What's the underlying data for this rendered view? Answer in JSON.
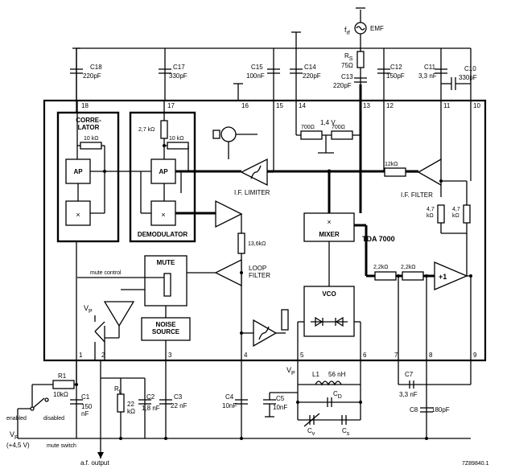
{
  "chip": {
    "name": "TDA 7000"
  },
  "rf_source": {
    "label": "f",
    "sub": "rf",
    "emf": "EMF"
  },
  "pins": {
    "top": [
      "18",
      "17",
      "16",
      "15",
      "14",
      "13",
      "12",
      "11",
      "10"
    ],
    "bottom": [
      "1",
      "2",
      "3",
      "4",
      "5",
      "6",
      "7",
      "8",
      "9"
    ]
  },
  "top_caps": [
    {
      "name": "C18",
      "value": "220pF"
    },
    {
      "name": "C17",
      "value": "330pF"
    },
    {
      "name": "C15",
      "value": "100nF"
    },
    {
      "name": "C14",
      "value": "220pF"
    },
    {
      "name": "C13",
      "value": "220pF"
    },
    {
      "name": "C12",
      "value": "150pF"
    },
    {
      "name": "C11",
      "value": "3,3 nF"
    },
    {
      "name": "C10",
      "value": "330pF"
    }
  ],
  "rs": {
    "name": "R",
    "sub": "S",
    "value": "75Ω"
  },
  "blocks": {
    "correlator": "CORRE-\nLATOR",
    "ap": "AP",
    "demodulator": "DEMODULATOR",
    "mute": "MUTE",
    "noise_source": "NOISE\nSOURCE",
    "vco": "VCO",
    "mixer": "MIXER",
    "mixer_symbol": "×",
    "gain": "+1"
  },
  "labels": {
    "if_limiter": "I.F. LIMITER",
    "if_filter": "I.F. FILTER",
    "loop_filter": "LOOP\nFILTER",
    "mute_control": "mute control",
    "vp": "V",
    "vp_sub": "P",
    "vp_supply": "(+4,5 V)",
    "mute_switch": "mute switch",
    "enabled": "enabled",
    "disabled": "disabled",
    "af_output": "a.f. output",
    "v14": "1,4 V",
    "figure_code": "7Z89840.1"
  },
  "internal_resistors": {
    "r_10k_a": "10 kΩ",
    "r_10k_b": "10 kΩ",
    "r_2_7k": "2,7 kΩ",
    "r_700_a": "700Ω",
    "r_700_b": "700Ω",
    "r_12k": "12kΩ",
    "r_13_6k": "13,6kΩ",
    "r_2_2k_a": "2,2kΩ",
    "r_2_2k_b": "2,2kΩ",
    "r_4_7k_a": "4,7\nkΩ",
    "r_4_7k_b": "4,7\nkΩ"
  },
  "external": {
    "r1": {
      "name": "R1",
      "value": "10kΩ"
    },
    "c1": {
      "name": "C1",
      "value": "150\nnF"
    },
    "rl": {
      "name": "R",
      "sub": "L",
      "value": "22\nkΩ"
    },
    "c2": {
      "name": "C2",
      "value": "1,8 nF"
    },
    "c3": {
      "name": "C3",
      "value": "22 nF"
    },
    "c4": {
      "name": "C4",
      "value": "10nF"
    },
    "c5": {
      "name": "C5",
      "value": "10nF"
    },
    "l1": {
      "name": "L1",
      "value": "56 nH"
    },
    "cd": {
      "name": "C",
      "sub": "D"
    },
    "cv": {
      "name": "C",
      "sub": "v"
    },
    "cs": {
      "name": "C",
      "sub": "s"
    },
    "c7": {
      "name": "C7",
      "value": "3,3 nF"
    },
    "c8": {
      "name": "C8",
      "value": "180pF"
    }
  }
}
